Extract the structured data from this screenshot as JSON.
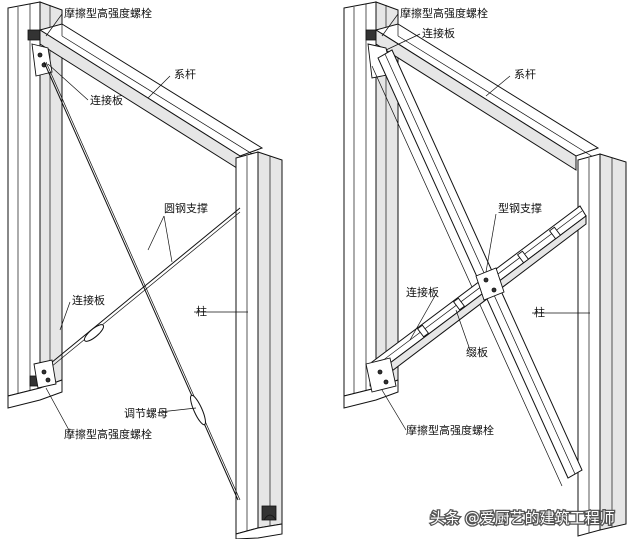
{
  "left_panel": {
    "label_top_bolt": "摩擦型高强度螺栓",
    "label_tie_rod": "系杆",
    "label_plate_top": "连接板",
    "label_round_brace": "圆钢支撑",
    "label_plate_bottom": "连接板",
    "label_column": "柱",
    "label_turnbuckle": "调节螺母",
    "label_bottom_bolt": "摩擦型高强度螺栓"
  },
  "right_panel": {
    "label_top_bolt": "摩擦型高强度螺栓",
    "label_plate_top": "连接板",
    "label_tie_rod": "系杆",
    "label_section_brace": "型钢支撑",
    "label_plate_mid": "连接板",
    "label_column": "柱",
    "label_filler_plate": "缀板",
    "label_bottom_bolt": "摩擦型高强度螺栓"
  },
  "watermark": "头条 @爱厨艺的建筑工程师",
  "colors": {
    "line": "#111111",
    "background": "#ffffff",
    "shade": "#e6e6e6"
  }
}
